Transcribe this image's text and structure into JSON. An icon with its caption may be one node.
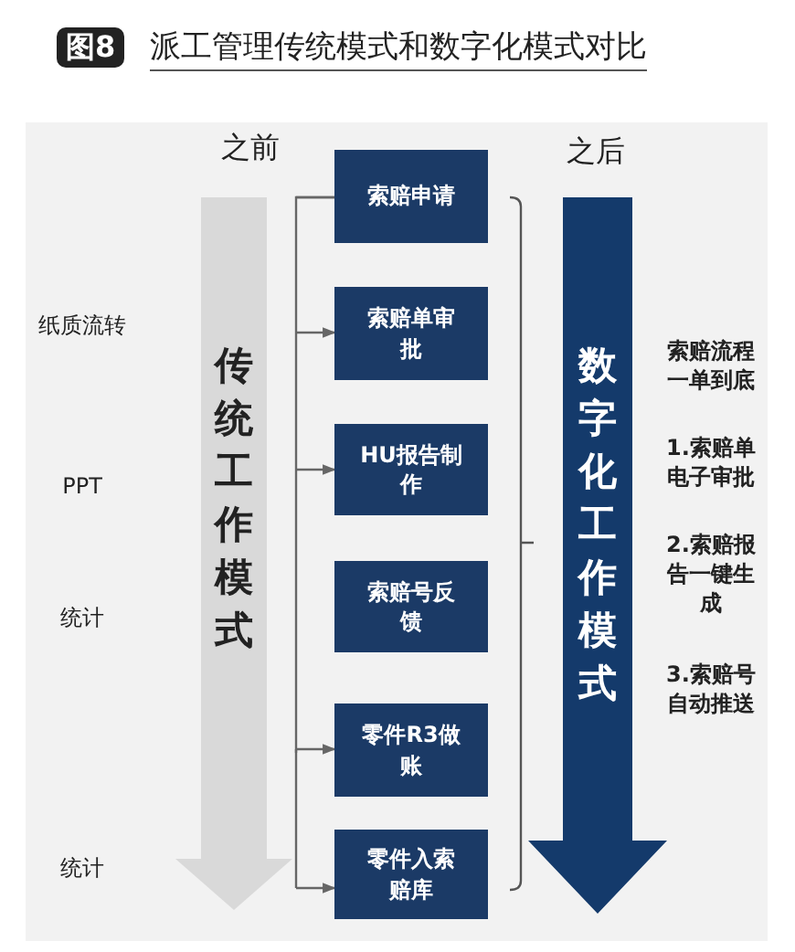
{
  "diagram": {
    "title": "派工管理传统模式和数字化模式对比",
    "nodes": [
      {
        "text": [
          "传统工作模式"
        ]
      },
      {
        "text": [
          "索赔申请"
        ]
      },
      {
        "text": [
          "索赔单审批"
        ]
      },
      {
        "text": [
          "HU报告制作"
        ]
      },
      {
        "text": [
          "索赔号反馈"
        ]
      },
      {
        "text": [
          "零件R3做账"
        ]
      },
      {
        "text": [
          "零件入索赔库"
        ]
      },
      {
        "text": [
          "数字化工作模式"
        ]
      }
    ],
    "edges": [
      {
        "from": null,
        "to": 1,
        "arrow": "none"
      },
      {
        "from": null,
        "to": 2,
        "arrow": "to"
      },
      {
        "from": null,
        "to": 3,
        "arrow": "to"
      },
      {
        "from": null,
        "to": 5,
        "arrow": "to"
      },
      {
        "from": null,
        "to": 6,
        "arrow": "to"
      }
    ],
    "labels": [
      "图8",
      "之前",
      "之后",
      "纸质流转",
      "PPT",
      "统计",
      "统计",
      "索赔流程一单到底",
      "1.索赔单电子审批",
      "2.索赔报告一键生成",
      "3.索赔号自动推送"
    ]
  }
}
